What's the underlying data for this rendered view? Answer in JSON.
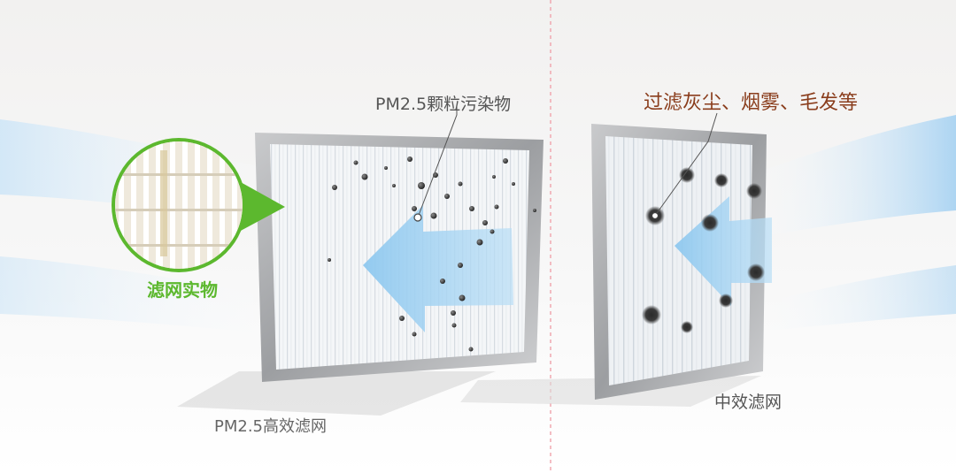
{
  "labels": {
    "pm_particles": "PM2.5颗粒污染物",
    "dust_smoke_hair": "过滤灰尘、烟雾、毛发等",
    "filter_material": "滤网实物",
    "pm_filter_name": "PM2.5高效滤网",
    "medium_filter_name": "中效滤网"
  },
  "colors": {
    "accent_green": "#5cb82e",
    "callout_brown": "#8a3d1c",
    "arrow_blue": "#7cc0ea",
    "frame_gray": "#a9abad",
    "divider_pink": "#f0a8b0"
  },
  "icons": {
    "flow_arrow": "left-arrow-icon",
    "magnifier": "zoom-circle-icon"
  }
}
